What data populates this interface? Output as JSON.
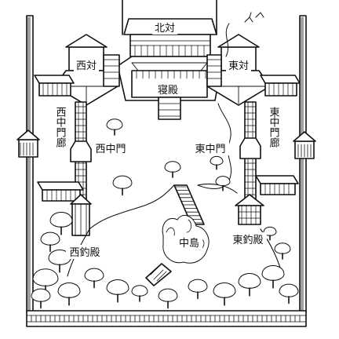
{
  "labels": {
    "kitanotai": "北対",
    "nishinotai": "西対",
    "higashinotai": "東対",
    "shinden": "寝殿",
    "nishi_chumon_ro": "西中門廊",
    "higashi_chumon_ro": "東中門廊",
    "nishi_chumon": "西中門",
    "higashi_chumon": "東中門",
    "nishi_tsuridono": "西釣殿",
    "higashi_tsuridono": "東釣殿",
    "nakajima": "中島"
  },
  "colors": {
    "ink": "#111111",
    "paper": "#ffffff"
  }
}
